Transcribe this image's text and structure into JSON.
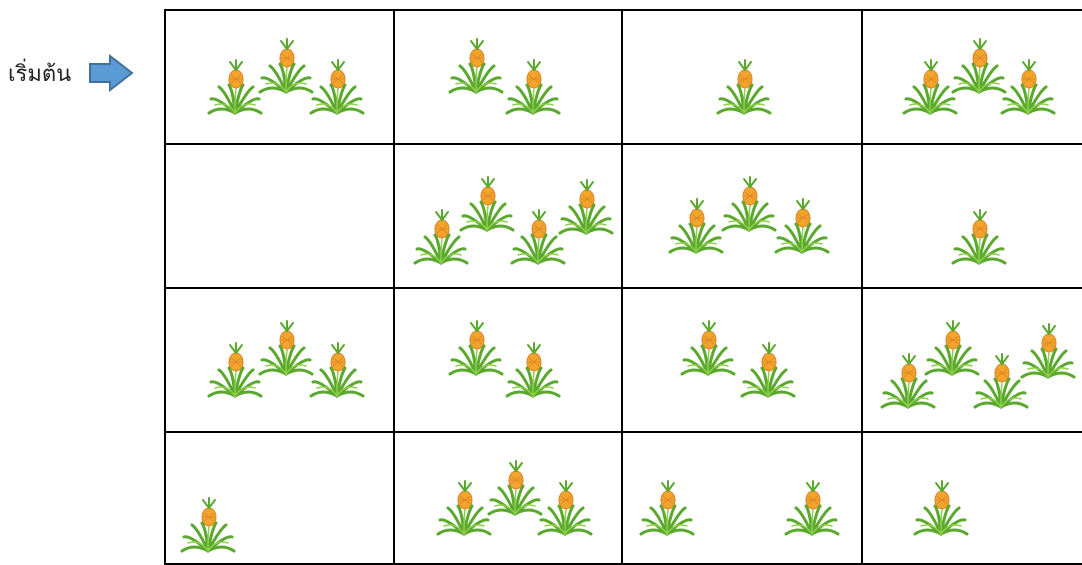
{
  "start_label": "เริ่มต้น",
  "icons": {
    "arrow": "right-arrow-icon",
    "plant": "pineapple-plant-icon"
  },
  "colors": {
    "arrow_fill": "#5b9bd5",
    "arrow_stroke": "#41719c",
    "leaf": "#5aa82e",
    "leaf_light": "#8fd04a",
    "fruit": "#f3a42b",
    "fruit_dark": "#d9822b",
    "grid_line": "#000000"
  },
  "grid": {
    "rows": 4,
    "cols": 4,
    "pineapple_counts": [
      [
        3,
        2,
        1,
        3
      ],
      [
        0,
        4,
        3,
        1
      ],
      [
        3,
        2,
        2,
        4
      ],
      [
        1,
        3,
        2,
        1
      ]
    ]
  }
}
